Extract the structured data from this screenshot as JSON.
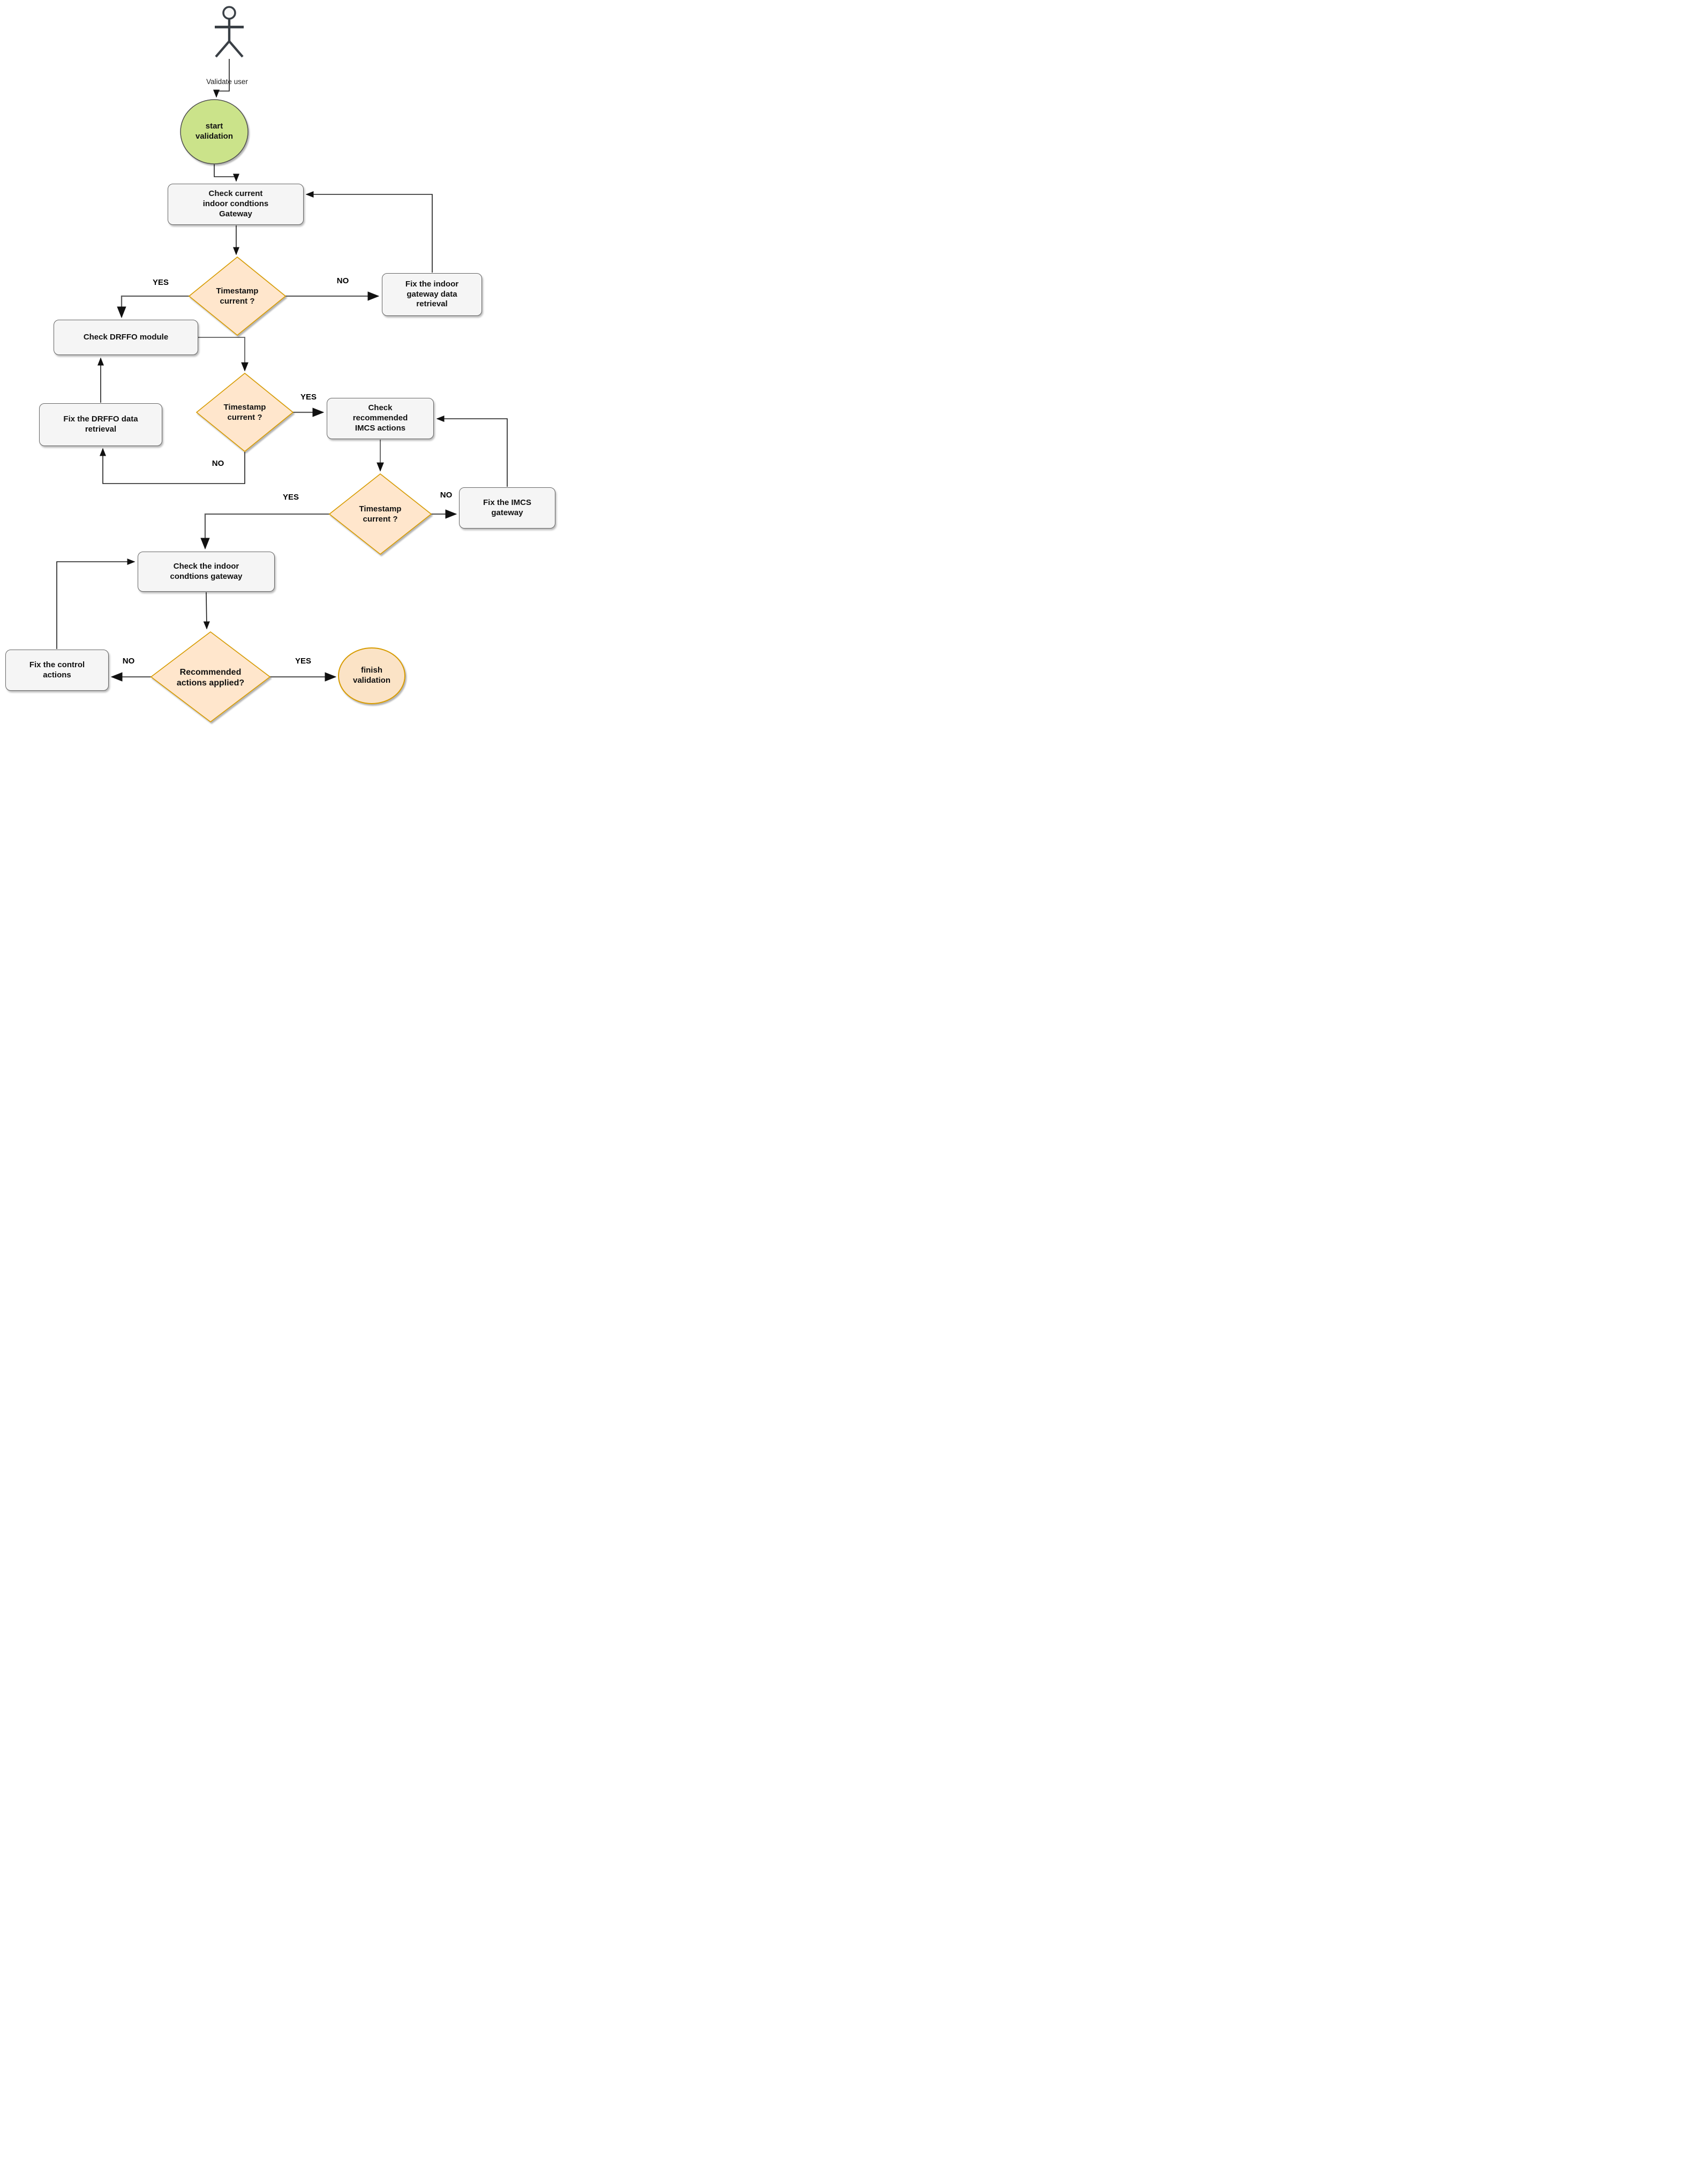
{
  "diagram_type": "flowchart",
  "actor": {
    "label": "Validate user"
  },
  "nodes": {
    "start": {
      "type": "start-ellipse",
      "label": "start\nvalidation"
    },
    "check_indoor": {
      "type": "process",
      "label": "Check current\nindoor condtions\nGateway"
    },
    "d1": {
      "type": "decision",
      "label": "Timestamp\ncurrent ?"
    },
    "fix_indoor": {
      "type": "process",
      "label": "Fix the indoor\ngateway data\nretrieval"
    },
    "check_drffo": {
      "type": "process",
      "label": "Check DRFFO module"
    },
    "d2": {
      "type": "decision",
      "label": "Timestamp\ncurrent ?"
    },
    "fix_drffo": {
      "type": "process",
      "label": "Fix the DRFFO data\nretrieval"
    },
    "check_imcs": {
      "type": "process",
      "label": "Check\nrecommended\nIMCS actions"
    },
    "d3": {
      "type": "decision",
      "label": "Timestamp\ncurrent ?"
    },
    "fix_imcs": {
      "type": "process",
      "label": "Fix the IMCS\ngateway"
    },
    "check_indoor2": {
      "type": "process",
      "label": "Check the indoor\ncondtions gateway"
    },
    "d4": {
      "type": "decision",
      "label": "Recommended\nactions applied?"
    },
    "fix_control": {
      "type": "process",
      "label": "Fix the control\nactions"
    },
    "finish": {
      "type": "finish-ellipse",
      "label": "finish\nvalidation"
    }
  },
  "edge_labels": {
    "d1_yes": "YES",
    "d1_no": "NO",
    "d2_yes": "YES",
    "d2_no": "NO",
    "d3_yes": "YES",
    "d3_no": "NO",
    "d4_yes": "YES",
    "d4_no": "NO"
  },
  "colors": {
    "process_fill": "#f5f5f5",
    "process_border": "#666666",
    "decision_fill": "#ffe6cc",
    "decision_border": "#d79b00",
    "start_fill": "#cbe38a",
    "start_border": "#4e4e4e",
    "finish_fill": "#fbe3c6",
    "finish_border": "#d79b00",
    "connector_dark": "#1a1a1a",
    "connector_gray": "#5c5c5c"
  }
}
